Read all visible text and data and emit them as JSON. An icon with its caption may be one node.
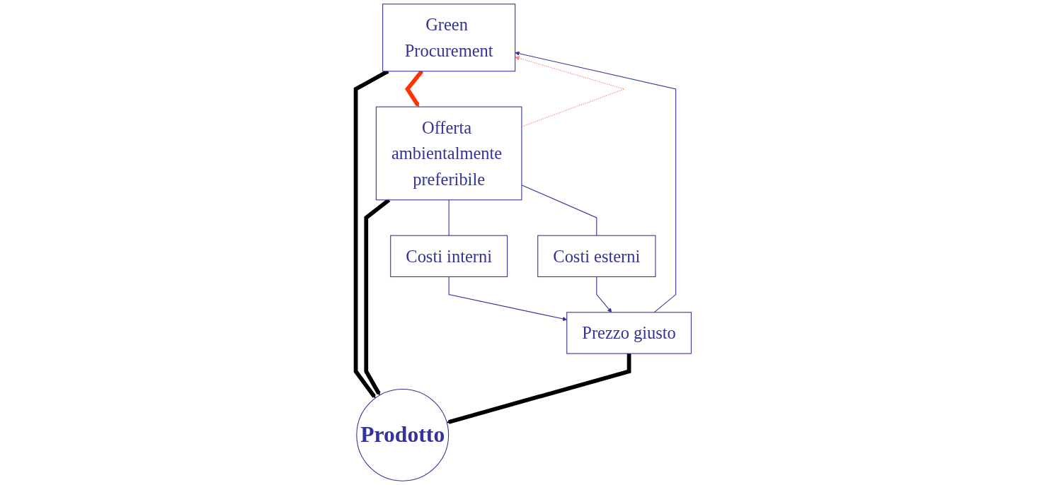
{
  "diagram": {
    "nodes": [
      {
        "text": [
          "Green Procurement"
        ]
      },
      {
        "text": [
          "Offerta ambientalmente preferibile"
        ]
      },
      {
        "text": [
          "Prodotto"
        ]
      },
      {
        "text": [
          "Costi interni"
        ]
      },
      {
        "text": [
          "Costi esterni"
        ]
      },
      {
        "text": [
          "Prezzo giusto"
        ]
      }
    ],
    "edges": [
      {
        "from": 1,
        "to": 0,
        "arrow": "to",
        "style": "dashed",
        "color": "#ff8080"
      },
      {
        "from": 0,
        "to": 1,
        "arrow": "to",
        "style": "thick",
        "color": "#ff3300"
      },
      {
        "from": 0,
        "to": 2,
        "arrow": "to",
        "style": "thick",
        "color": "#000000"
      },
      {
        "from": 1,
        "to": 2,
        "arrow": "to",
        "style": "thick",
        "color": "#000000"
      },
      {
        "from": 5,
        "to": 2,
        "arrow": "to",
        "style": "thick",
        "color": "#000000"
      },
      {
        "from": 1,
        "to": 3,
        "arrow": "none"
      },
      {
        "from": 1,
        "to": 4,
        "arrow": "none"
      },
      {
        "from": 3,
        "to": 5,
        "arrow": "to"
      },
      {
        "from": 4,
        "to": 5,
        "arrow": "to"
      },
      {
        "from": 5,
        "to": 0,
        "arrow": "to"
      }
    ]
  }
}
